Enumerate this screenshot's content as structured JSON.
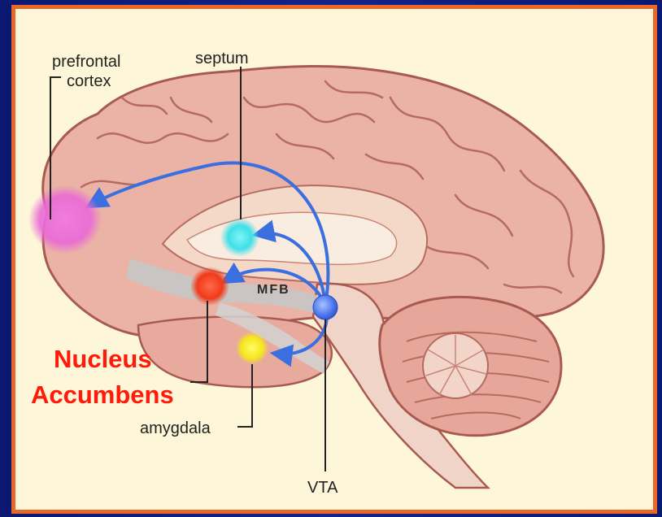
{
  "labels": {
    "prefrontal_line1": "prefrontal",
    "prefrontal_line2": "cortex",
    "septum": "septum",
    "mfb": "MFB",
    "nucleus_line1": "Nucleus",
    "nucleus_line2": "Accumbens",
    "amygdala": "amygdala",
    "vta": "VTA"
  },
  "colors": {
    "border": "#e8682a",
    "background": "#fdf6d8",
    "frame": "#0b1a6e",
    "brain": "#eab3a6",
    "pathway": "#4a7be0",
    "prefrontal": "#ee6fd8",
    "septum": "#3fe0e8",
    "nucleus_accumbens": "#f03a1a",
    "amygdala": "#f4e81a",
    "vta": "#5a82f0",
    "highlight_text": "#ff1a0a"
  }
}
